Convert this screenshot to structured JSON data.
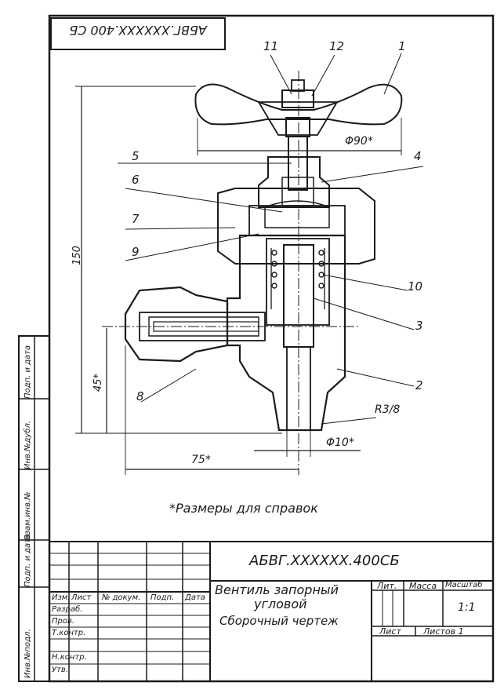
{
  "stamp_code": "АБВГ.XXXXXX.400 СБ",
  "callouts": [
    "11",
    "12",
    "1",
    "5",
    "4",
    "6",
    "7",
    "9",
    "10",
    "3",
    "8",
    "2"
  ],
  "dimensions": {
    "height": "150",
    "handle_dia": "Φ90*",
    "left_45": "45*",
    "bottom_75": "75*",
    "thread": "R3/8",
    "outlet_dia": "Φ10*"
  },
  "note": "*Размеры для справок",
  "side_labels": [
    "Инв.№подл.",
    "Подп. и дата",
    "Взам.инв.№",
    "Инв.№дубл.",
    "Подп. и дата"
  ],
  "title_block": {
    "designation": "АБВГ.XXXXXX.400СБ",
    "name_line1": "Вентиль запорный",
    "name_line2": "угловой",
    "doc_type": "Сборочный чертеж",
    "headers": [
      "Изм.",
      "Лист",
      "№ докум.",
      "Подп.",
      "Дата"
    ],
    "roles": [
      "Разраб.",
      "Пров.",
      "Т.контр.",
      "Н.контр.",
      "Утв."
    ],
    "lit": "Лит.",
    "mass": "Масса",
    "scale_label": "Масштаб",
    "scale": "1:1",
    "sheet": "Лист",
    "sheets": "Листов 1"
  }
}
